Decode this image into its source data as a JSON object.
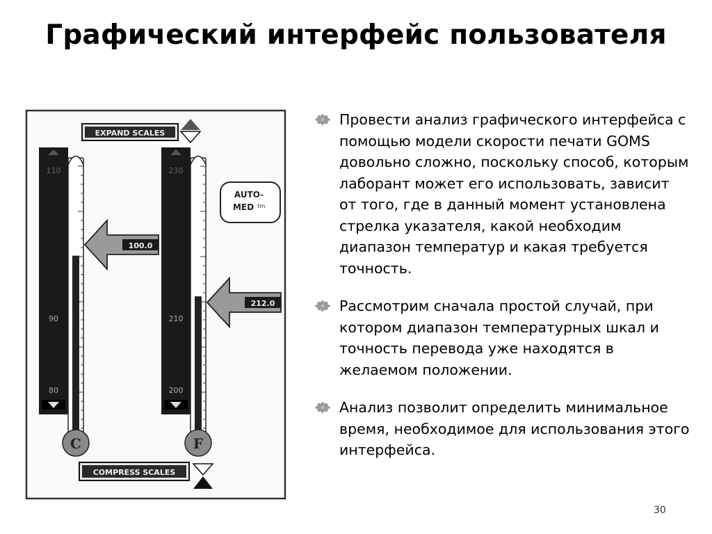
{
  "slide": {
    "title": "Графический интерфейс пользователя",
    "page_number": "30"
  },
  "figure": {
    "expand_label": "EXPAND SCALES",
    "compress_label": "COMPRESS SCALES",
    "automed_line1": "AUTO-",
    "automed_line2": "MED",
    "automed_tm": "tm",
    "celsius": {
      "unit": "C",
      "top_label": "110",
      "scale_labels": [
        "90",
        "80"
      ],
      "readout": "100.0",
      "fill_level": 0.67
    },
    "fahrenheit": {
      "unit": "F",
      "top_label": "230",
      "scale_labels": [
        "210",
        "200"
      ],
      "readout": "212.0",
      "fill_level": 0.52
    }
  },
  "bullets": [
    {
      "text": "Провести анализ графического интерфейса с помощью модели скорости печати GOMS довольно сложно, поскольку способ, которым лаборант может его использовать, зависит от того, где в данный момент установлена стрелка указателя, какой необходим диапазон температур и какая требуется точность."
    },
    {
      "text": "Рассмотрим сначала простой случай, при котором диапазон температурных шкал и точность перевода уже находятся в желаемом положении."
    },
    {
      "text": "Анализ позволит определить минимальное время, необходимое для использования этого интерфейса."
    }
  ],
  "colors": {
    "dark_bar": "#1a1a1a",
    "fill": "#222222",
    "bulb": "#8a8a8a",
    "arrow": "#9a9a9a",
    "bullet_icon": "#9a9a9a"
  }
}
